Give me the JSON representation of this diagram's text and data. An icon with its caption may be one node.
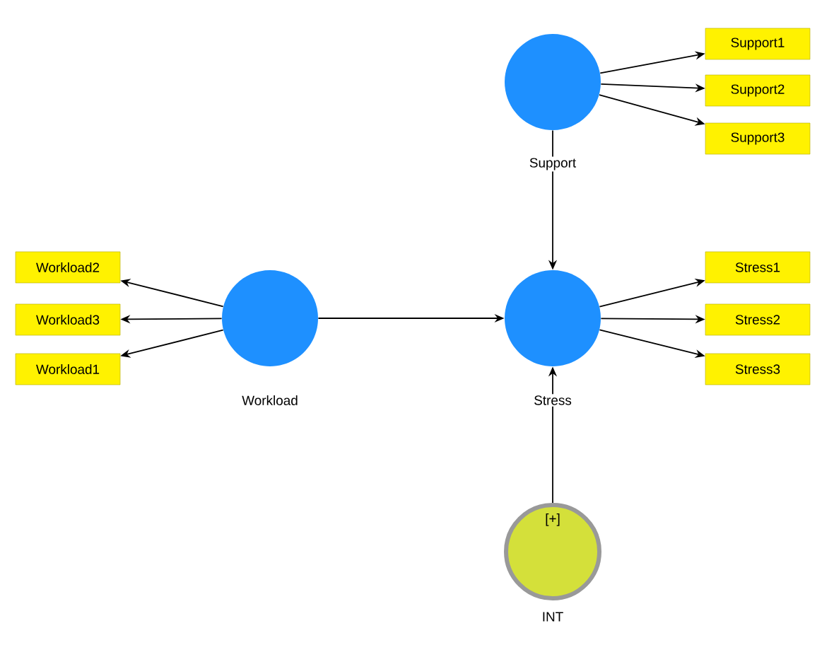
{
  "diagram": {
    "nodes": [
      {
        "text": [],
        "shape": "circle",
        "beside": [
          "Support"
        ]
      },
      {
        "text": [
          "Support1"
        ]
      },
      {
        "text": [
          "Support2"
        ]
      },
      {
        "text": [
          "Support3"
        ]
      },
      {
        "text": [
          "Workload2"
        ]
      },
      {
        "text": [
          "Workload3"
        ]
      },
      {
        "text": [
          "Workload1"
        ]
      },
      {
        "text": [],
        "shape": "circle",
        "beside": [
          "Workload"
        ]
      },
      {
        "text": [],
        "shape": "circle",
        "beside": [
          "Stress"
        ]
      },
      {
        "text": [
          "Stress1"
        ]
      },
      {
        "text": [
          "Stress2"
        ]
      },
      {
        "text": [
          "Stress3"
        ]
      },
      {
        "text": [
          "[+]"
        ],
        "beside": [
          "INT"
        ]
      }
    ],
    "edges": [
      {
        "from": 0,
        "to": 1,
        "arrow": "to"
      },
      {
        "from": 0,
        "to": 2,
        "arrow": "to"
      },
      {
        "from": 0,
        "to": 3,
        "arrow": "to"
      },
      {
        "from": 7,
        "to": 4,
        "arrow": "to"
      },
      {
        "from": 7,
        "to": 5,
        "arrow": "to"
      },
      {
        "from": 7,
        "to": 6,
        "arrow": "to"
      },
      {
        "from": 0,
        "to": 8,
        "arrow": "to"
      },
      {
        "from": 7,
        "to": 8,
        "arrow": "to"
      },
      {
        "from": 12,
        "to": 8,
        "arrow": "to"
      },
      {
        "from": 8,
        "to": 9,
        "arrow": "to"
      },
      {
        "from": 8,
        "to": 10,
        "arrow": "to"
      },
      {
        "from": 8,
        "to": 11,
        "arrow": "to"
      }
    ]
  }
}
